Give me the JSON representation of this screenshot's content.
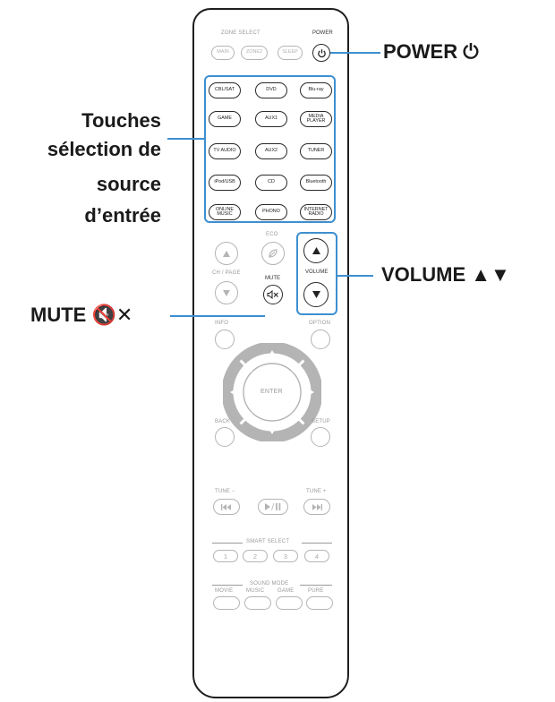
{
  "labels": {
    "power": "POWER ⏻",
    "source_line1": "Touches",
    "source_line2": "sélection de",
    "source_line3": "source",
    "source_line4": "d’entrée",
    "volume": "VOLUME ▲▼",
    "mute": "MUTE 🔇✕"
  },
  "remote": {
    "zone_select": "ZONE SELECT",
    "power_caption": "POWER",
    "zone_buttons": [
      "MAIN",
      "ZONE2",
      "SLEEP"
    ],
    "source_buttons": [
      "CBL/SAT",
      "DVD",
      "Blu-ray",
      "GAME",
      "AUX1",
      "MEDIA PLAYER",
      "TV AUDIO",
      "AUX2",
      "TUNER",
      "iPod/USB",
      "CD",
      "Bluetooth",
      "ONLINE MUSIC",
      "PHONO",
      "INTERNET RADIO"
    ],
    "eco": "ECO",
    "ch_page": "CH / PAGE",
    "mute_caption": "MUTE",
    "volume_caption": "VOLUME",
    "info": "INFO",
    "option": "OPTION",
    "enter": "ENTER",
    "back": "BACK",
    "setup": "SETUP",
    "tune_minus": "TUNE −",
    "tune_plus": "TUNE +",
    "smart_select": "SMART SELECT",
    "smart_buttons": [
      "1",
      "2",
      "3",
      "4"
    ],
    "sound_mode": "SOUND MODE",
    "sound_buttons": [
      "MOVIE",
      "MUSIC",
      "GAME",
      "PURE"
    ]
  },
  "colors": {
    "callout": "#3d8fd0",
    "outline": "#1e1e1e",
    "inactive": "#b4b4b4"
  }
}
